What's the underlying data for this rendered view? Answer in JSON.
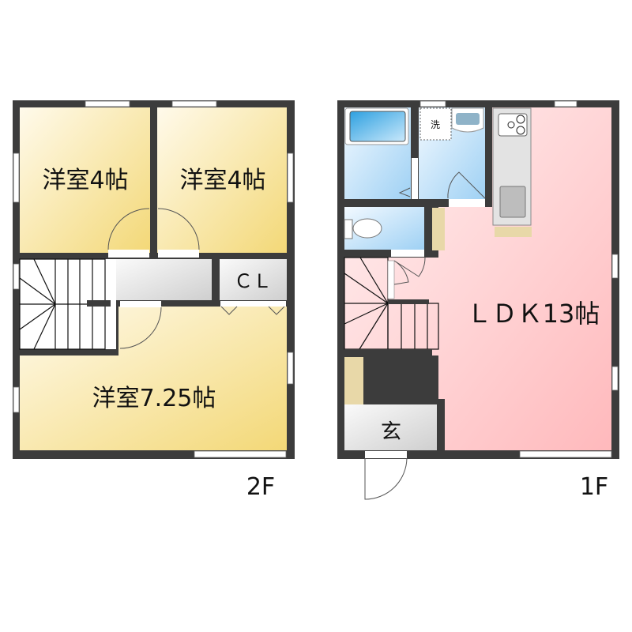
{
  "floor2": {
    "floor_label": "2F",
    "rooms": {
      "western_room_a": "洋室4帖",
      "western_room_b": "洋室4帖",
      "closet": "ＣＬ",
      "western_room_c": "洋室7.25帖"
    }
  },
  "floor1": {
    "floor_label": "1F",
    "rooms": {
      "ldk": "ＬＤＫ13帖",
      "entrance": "玄",
      "washing_machine": "洗"
    }
  },
  "colors": {
    "wall": "#3c3c3c",
    "western_room": "#f5df8a",
    "ldk": "#ffc4c6",
    "wet_area": "#a9d6f5",
    "storage": "#e8d8a8",
    "gray_area": "#dcdcdc"
  }
}
